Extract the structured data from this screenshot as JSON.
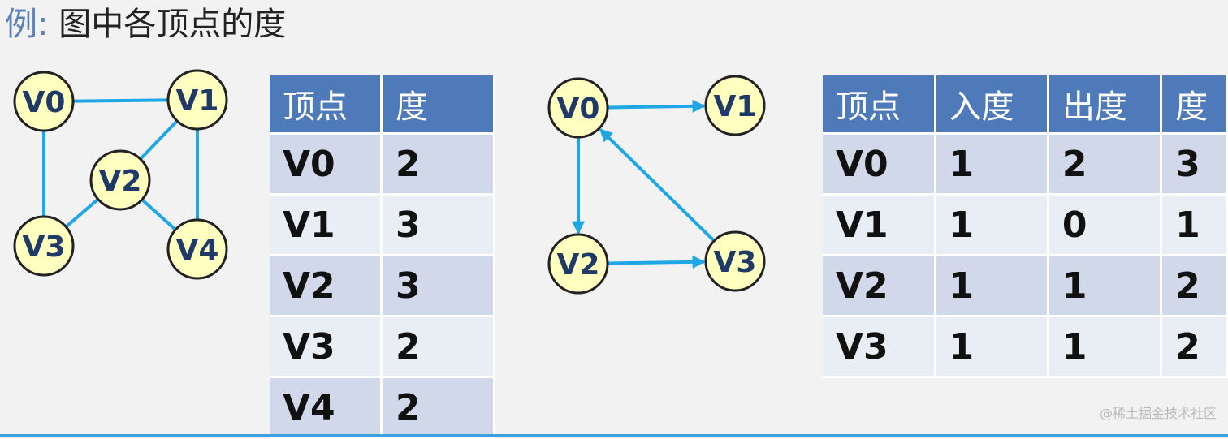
{
  "title": {
    "prefix": "例:",
    "text": "图中各顶点的度"
  },
  "undirected_graph": {
    "nodes": [
      "V0",
      "V1",
      "V2",
      "V3",
      "V4"
    ],
    "edges": [
      [
        "V0",
        "V1"
      ],
      [
        "V0",
        "V3"
      ],
      [
        "V1",
        "V2"
      ],
      [
        "V1",
        "V4"
      ],
      [
        "V2",
        "V3"
      ],
      [
        "V2",
        "V4"
      ]
    ]
  },
  "directed_graph": {
    "nodes": [
      "V0",
      "V1",
      "V2",
      "V3"
    ],
    "edges": [
      [
        "V0",
        "V1"
      ],
      [
        "V0",
        "V2"
      ],
      [
        "V2",
        "V3"
      ],
      [
        "V3",
        "V0"
      ]
    ]
  },
  "table_undirected": {
    "headers": [
      "顶点",
      "度"
    ],
    "rows": [
      [
        "V0",
        "2"
      ],
      [
        "V1",
        "3"
      ],
      [
        "V2",
        "3"
      ],
      [
        "V3",
        "2"
      ],
      [
        "V4",
        "2"
      ]
    ]
  },
  "table_directed": {
    "headers": [
      "顶点",
      "入度",
      "出度",
      "度"
    ],
    "rows": [
      [
        "V0",
        "1",
        "2",
        "3"
      ],
      [
        "V1",
        "1",
        "0",
        "1"
      ],
      [
        "V2",
        "1",
        "1",
        "2"
      ],
      [
        "V3",
        "1",
        "1",
        "2"
      ]
    ]
  },
  "watermark": "@稀土掘金技术社区",
  "colors": {
    "edge": "#1ea7e4",
    "node_fill": "#ffffc0",
    "header": "#4f7ab9",
    "row_odd": "#d0d8e9",
    "row_even": "#e9edf4"
  }
}
